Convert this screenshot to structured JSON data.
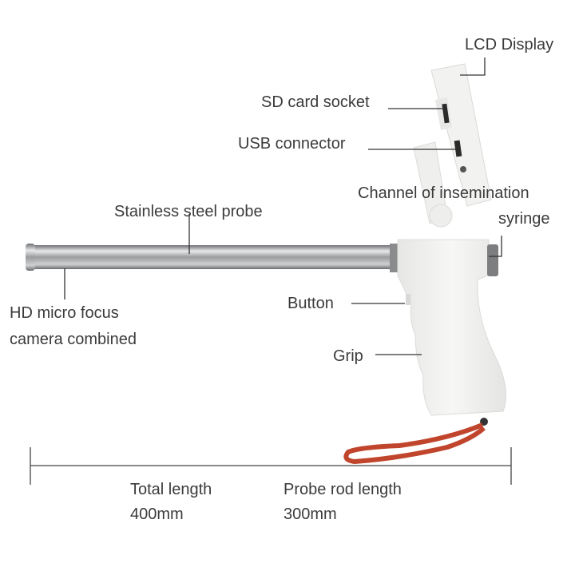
{
  "labels": {
    "lcd_display": "LCD Display",
    "sd_card_socket": "SD card socket",
    "usb_connector": "USB connector",
    "channel_line1": "Channel of insemination",
    "channel_line2": "syringe",
    "stainless_probe": "Stainless steel probe",
    "hd_camera_line1": "HD micro focus",
    "hd_camera_line2": "camera combined",
    "button": "Button",
    "grip": "Grip"
  },
  "dimensions": {
    "total_length_label": "Total length",
    "total_length_value": "400mm",
    "probe_rod_label": "Probe rod length",
    "probe_rod_value": "300mm"
  },
  "colors": {
    "device_body": "#f4f4f2",
    "probe_steel": "#a9abad",
    "strap": "#c0452c",
    "leader_line": "#333333"
  }
}
